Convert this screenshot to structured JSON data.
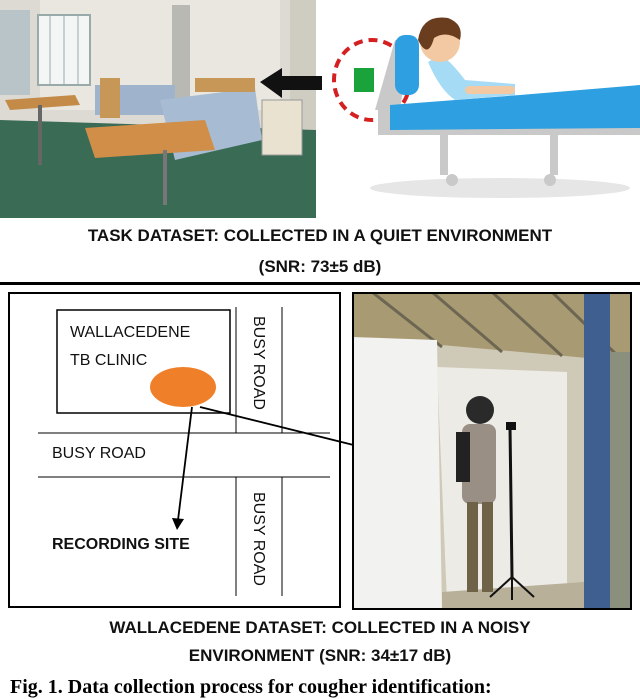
{
  "top_caption": {
    "line1": "TASK DATASET: COLLECTED IN A QUIET ENVIRONMENT",
    "line2": "(SNR: 73±5 dB)"
  },
  "map": {
    "clinic_line1": "WALLACEDENE",
    "clinic_line2": "TB CLINIC",
    "road_horizontal": "BUSY ROAD",
    "road_vertical_top": "BUSY ROAD",
    "road_vertical_bottom": "BUSY ROAD",
    "recording_site": "RECORDING SITE"
  },
  "bottom_caption": {
    "line1": "WALLACEDENE DATASET: COLLECTED IN A NOISY",
    "line2": "ENVIRONMENT (SNR: 34±17 dB)"
  },
  "figure_caption": "Fig. 1. Data collection process for cougher identification:",
  "colors": {
    "recording_site_marker": "#f07f2a",
    "phone_green": "#1aa33a",
    "dashed_circle": "#d42020",
    "bed_blue": "#2e9fe0"
  }
}
